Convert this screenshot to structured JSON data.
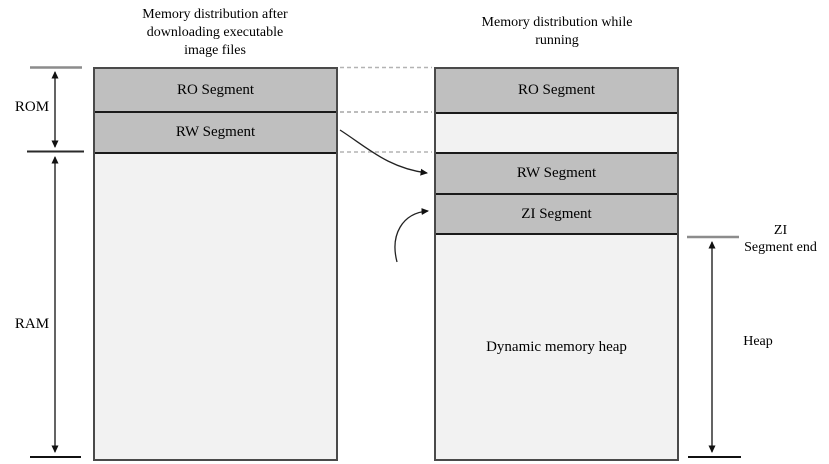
{
  "titles": {
    "left_lines": [
      "Memory distribution after",
      "downloading executable",
      "image files"
    ],
    "right_lines": [
      "Memory distribution while",
      "running"
    ]
  },
  "left_column": {
    "ro_label": "RO Segment",
    "rw_label": "RW Segment"
  },
  "right_column": {
    "ro_label": "RO Segment",
    "rw_label": "RW Segment",
    "zi_label": "ZI Segment",
    "heap_label": "Dynamic memory heap"
  },
  "side_labels": {
    "rom": "ROM",
    "ram": "RAM",
    "zi_end_line1": "ZI",
    "zi_end_line2": "Segment end",
    "heap": "Heap"
  },
  "colors": {
    "segment_gray": "#bfbfbf",
    "light_fill": "#f2f2f2",
    "column_border": "#4a4a4a",
    "separator_black": "#1a1a1a",
    "tick_gray": "#8c8c8c",
    "arrow_black": "#111111",
    "dashed_line_gray": "#b3b3b3"
  }
}
